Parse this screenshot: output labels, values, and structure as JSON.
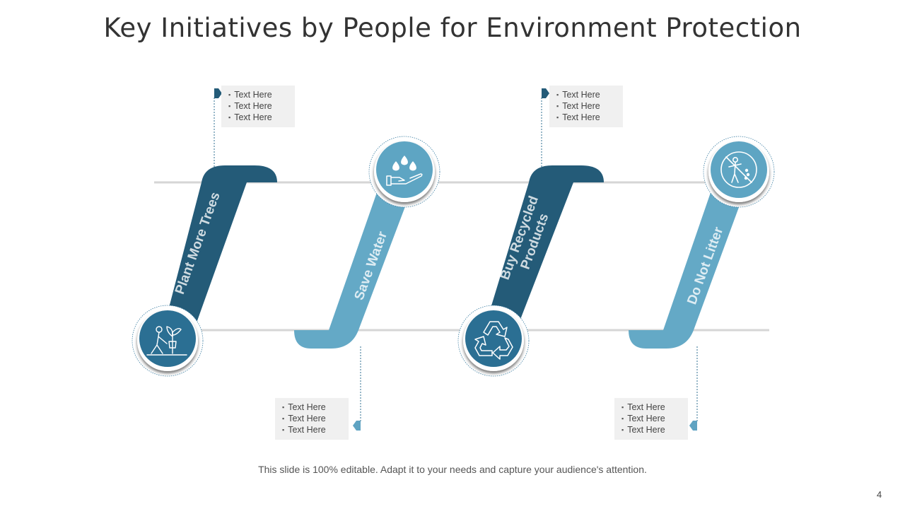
{
  "title": "Key Initiatives by People for Environment Protection",
  "steps": [
    {
      "label": "Plant More Trees",
      "icon": "planting-tree-icon",
      "color": "#245b78",
      "notes": [
        "Text Here",
        "Text Here",
        "Text Here"
      ]
    },
    {
      "label": "Save Water",
      "icon": "water-drops-hand-icon",
      "color": "#64a9c6",
      "notes": [
        "Text Here",
        "Text Here",
        "Text Here"
      ]
    },
    {
      "label_lines": [
        "Buy Recycled",
        "Products"
      ],
      "icon": "recycle-icon",
      "color": "#245b78",
      "notes": [
        "Text Here",
        "Text Here",
        "Text Here"
      ]
    },
    {
      "label": "Do Not Litter",
      "icon": "no-littering-icon",
      "color": "#64a9c6",
      "notes": [
        "Text Here",
        "Text Here",
        "Text Here"
      ]
    }
  ],
  "footer": "This slide is 100% editable. Adapt it to your needs and capture your audience's attention.",
  "page_number": "4"
}
